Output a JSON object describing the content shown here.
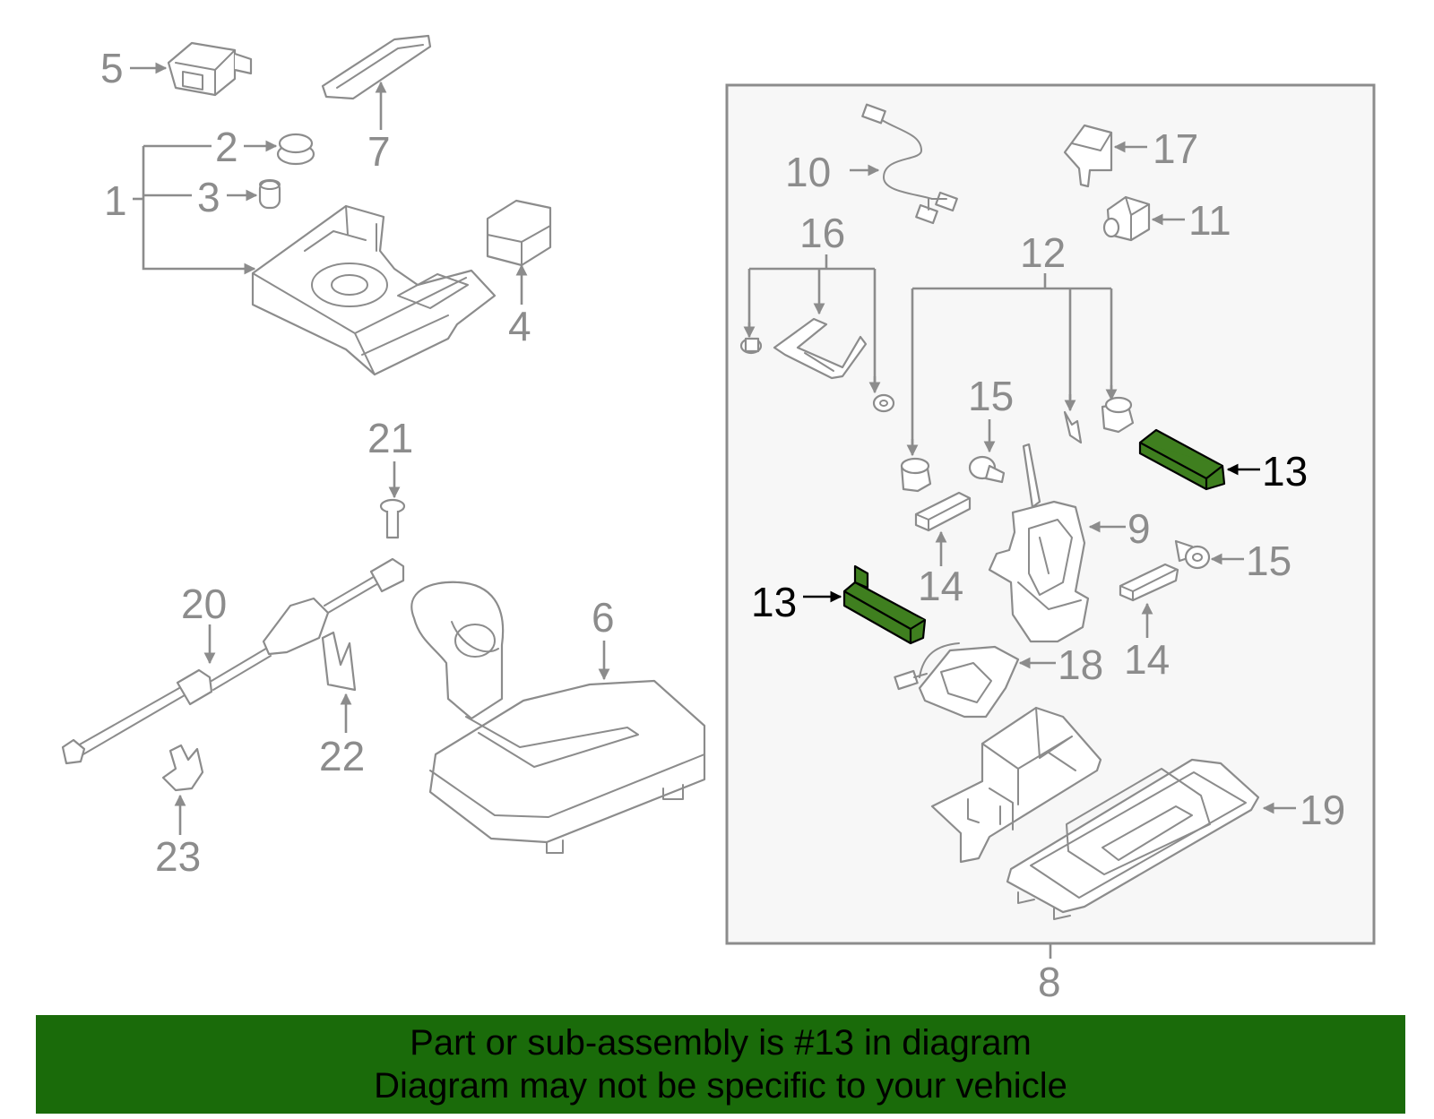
{
  "callouts": {
    "c1": "1",
    "c2": "2",
    "c3": "3",
    "c4": "4",
    "c5": "5",
    "c6": "6",
    "c7": "7",
    "c8": "8",
    "c9": "9",
    "c10": "10",
    "c11": "11",
    "c12": "12",
    "c13a": "13",
    "c13b": "13",
    "c14a": "14",
    "c14b": "14",
    "c15a": "15",
    "c15b": "15",
    "c16": "16",
    "c17": "17",
    "c18": "18",
    "c19": "19",
    "c20": "20",
    "c21": "21",
    "c22": "22",
    "c23": "23"
  },
  "banner": {
    "line1": "Part or sub-assembly is #13 in diagram",
    "line2": "Diagram may not be specific to your vehicle"
  },
  "colors": {
    "highlight_part": "#3f7f1f",
    "banner_bg": "#1a6b0a",
    "line_gray": "#8c8c8c"
  }
}
